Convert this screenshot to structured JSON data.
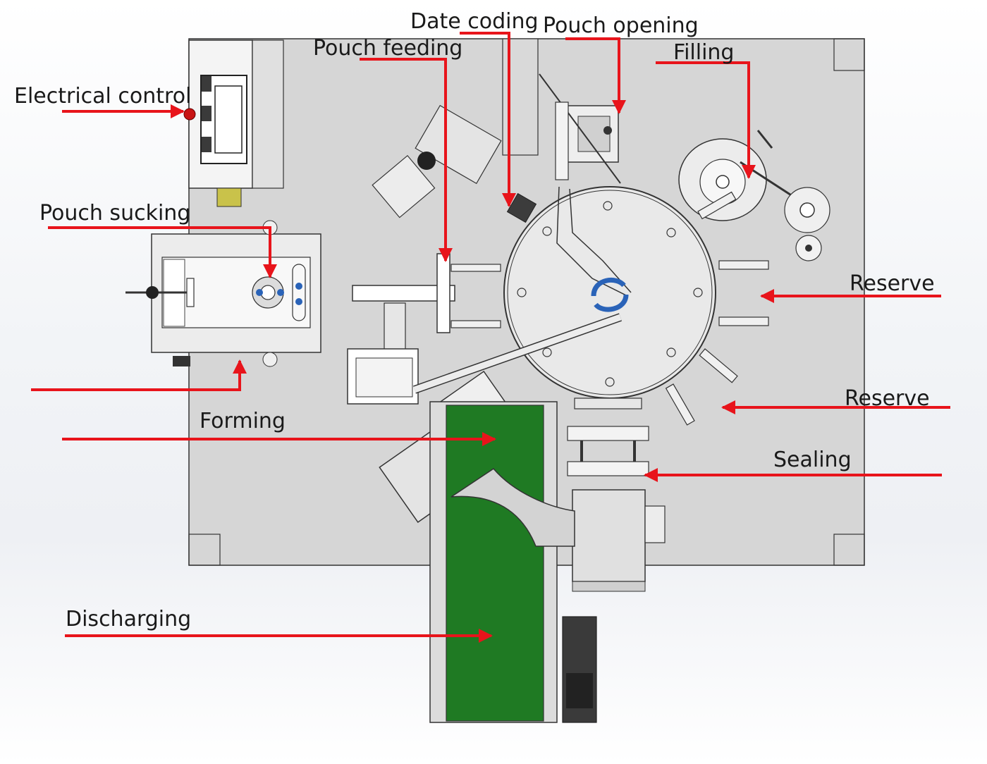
{
  "labels": {
    "date_coding": "Date coding",
    "pouch_opening": "Pouch opening",
    "pouch_feeding": "Pouch feeding",
    "filling": "Filling",
    "electrical_control": "Electrical control",
    "pouch_sucking": "Pouch sucking",
    "reserve_1": "Reserve",
    "reserve_2": "Reserve",
    "forming": "Forming",
    "sealing": "Sealing",
    "discharging": "Discharging"
  },
  "colors": {
    "arrow": "#e8141b",
    "frame": "#d6d6d6",
    "conveyor": "#1f7a23",
    "logo": "#2a63b8"
  }
}
